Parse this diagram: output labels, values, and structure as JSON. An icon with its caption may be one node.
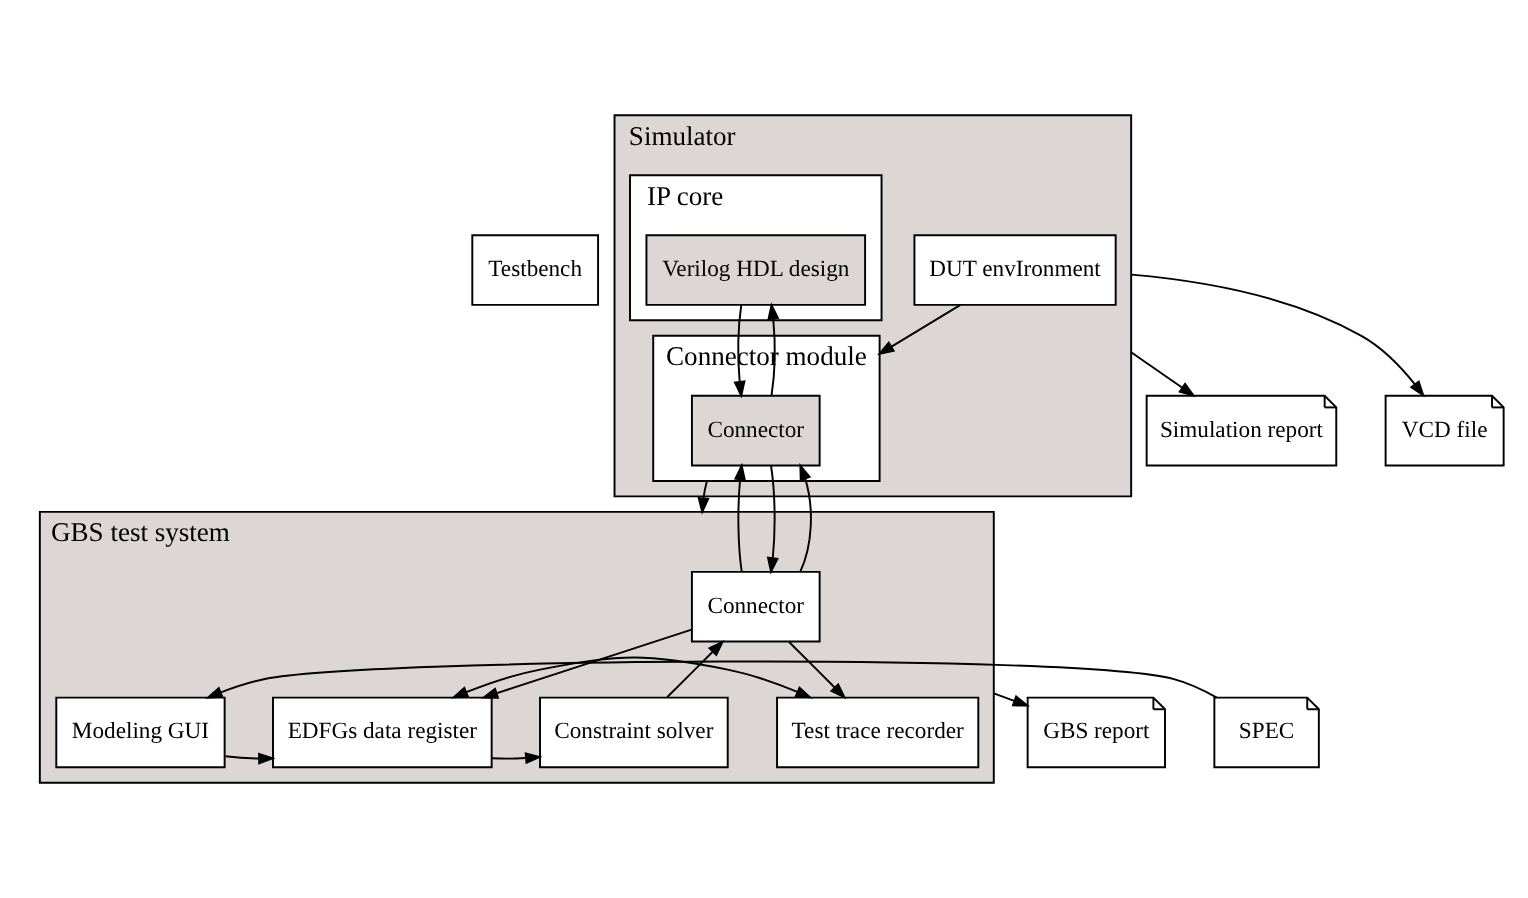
{
  "diagram": {
    "nodes": [
      {
        "text": [
          "Testbench"
        ]
      },
      {
        "text": [
          "Simulator"
        ]
      },
      {
        "text": [
          "DUT envIronment"
        ],
        "in": 1
      },
      {
        "text": [
          "IP core"
        ],
        "in": 1
      },
      {
        "text": [
          "Verilog HDL design"
        ],
        "in": 3
      },
      {
        "text": [
          "Connector module"
        ],
        "in": 1
      },
      {
        "text": [
          "Connector"
        ],
        "in": 5
      },
      {
        "text": [
          "Simulation report"
        ]
      },
      {
        "text": [
          "VCD file"
        ]
      },
      {
        "text": [
          "GBS test system"
        ]
      },
      {
        "text": [
          "Connector"
        ],
        "in": 9
      },
      {
        "text": [
          "SPEC"
        ]
      },
      {
        "text": [
          "Modeling GUI"
        ],
        "in": 9
      },
      {
        "text": [
          "EDFGs data register"
        ],
        "in": 9
      },
      {
        "text": [
          "Constraint solver"
        ],
        "in": 9
      },
      {
        "text": [
          "Test trace recorder"
        ],
        "in": 9
      },
      {
        "text": [
          "GBS report"
        ]
      }
    ],
    "edges": [
      {
        "from": 2,
        "to": 5,
        "arrow": "to"
      },
      {
        "from": 4,
        "to": 6,
        "arrow": "to"
      },
      {
        "from": 6,
        "to": 4,
        "arrow": "to"
      },
      {
        "from": 1,
        "to": 7,
        "arrow": "to"
      },
      {
        "from": 1,
        "to": 8,
        "arrow": "to"
      },
      {
        "from": 5,
        "to": 9,
        "arrow": "to"
      },
      {
        "from": 9,
        "to": 5,
        "arrow": "to"
      },
      {
        "from": 6,
        "to": 10,
        "arrow": "to"
      },
      {
        "from": 10,
        "to": 6,
        "arrow": "to"
      },
      {
        "from": 10,
        "to": 13,
        "arrow": "to"
      },
      {
        "from": 10,
        "to": 15,
        "arrow": "to"
      },
      {
        "from": 14,
        "to": 10,
        "arrow": "to"
      },
      {
        "from": 11,
        "to": 12,
        "arrow": "to"
      },
      {
        "from": 12,
        "to": 13,
        "arrow": "to"
      },
      {
        "from": 13,
        "to": 14,
        "arrow": "to"
      },
      {
        "from": 13,
        "to": 15,
        "arrow": "both"
      },
      {
        "from": 9,
        "to": 16,
        "arrow": "to"
      }
    ]
  }
}
